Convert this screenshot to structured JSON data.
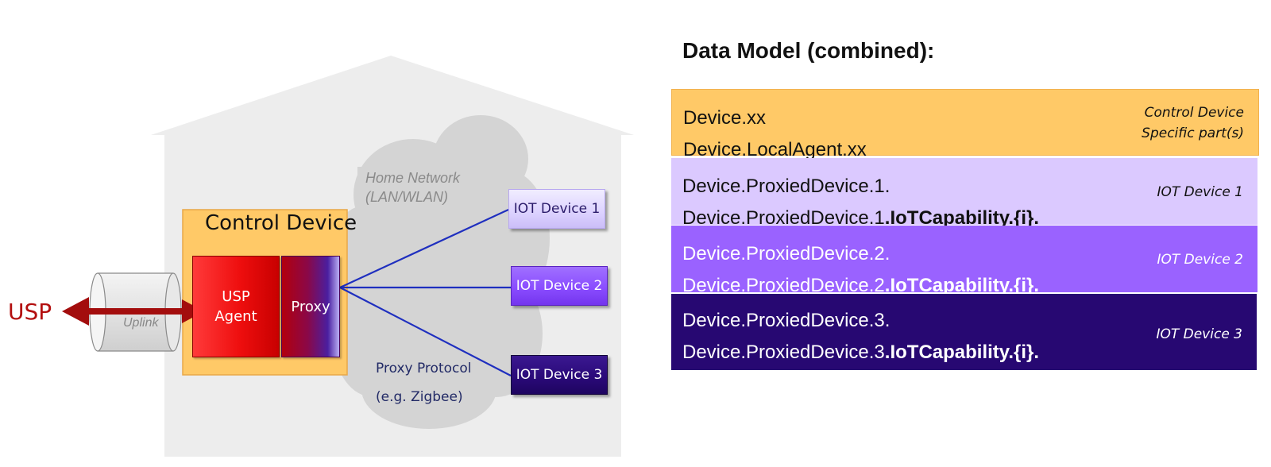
{
  "diagram": {
    "control_device_title": "Control Device",
    "usp_agent": {
      "line1": "USP",
      "line2": "Agent"
    },
    "proxy_label": "Proxy",
    "usp_label": "USP",
    "uplink_label": "Uplink",
    "home_network": {
      "line1": "Home Network",
      "line2": "(LAN/WLAN)"
    },
    "proxy_protocol": {
      "line1": "Proxy Protocol",
      "line2": "(e.g. Zigbee)"
    },
    "iot_devices": [
      {
        "label": "IOT Device 1"
      },
      {
        "label": "IOT Device 2"
      },
      {
        "label": "IOT Device 3"
      }
    ],
    "colors": {
      "house": "#ededed",
      "cloud": "#d4d4d4",
      "control_device_bg": "#ffc967",
      "usp_agent": "#ee1111",
      "arrow": "#a30d0d",
      "links": "#1f2fbf"
    }
  },
  "data_model": {
    "title": "Data Model (combined):",
    "bands": [
      {
        "line1": "Device.xx",
        "line2": "Device.LocalAgent.xx",
        "line2_bold": "",
        "tag_line1": "Control Device",
        "tag_line2": "Specific part(s)",
        "color": "#ffc967"
      },
      {
        "line1": "Device.ProxiedDevice.1.",
        "line2": "Device.ProxiedDevice.1",
        "line2_bold": ".IoTCapability.{i}.",
        "tag_line1": "IOT Device 1",
        "tag_line2": "",
        "color": "#dbc9ff"
      },
      {
        "line1": "Device.ProxiedDevice.2.",
        "line2": "Device.ProxiedDevice.2",
        "line2_bold": ".IoTCapability.{i}.",
        "tag_line1": "IOT Device 2",
        "tag_line2": "",
        "color": "#9a62ff"
      },
      {
        "line1": "Device.ProxiedDevice.3.",
        "line2": "Device.ProxiedDevice.3",
        "line2_bold": ".IoTCapability.{i}.",
        "tag_line1": "IOT Device 3",
        "tag_line2": "",
        "color": "#270872"
      }
    ]
  }
}
